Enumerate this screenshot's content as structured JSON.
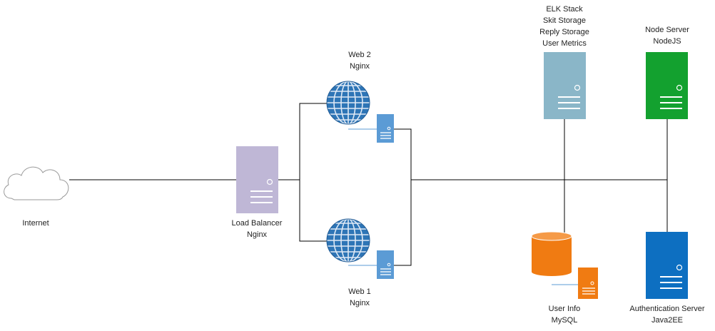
{
  "nodes": {
    "internet": {
      "label": "Internet",
      "icon": "cloud-icon"
    },
    "load_balancer": {
      "line1": "Load Balancer",
      "line2": "Nginx",
      "icon": "server-icon",
      "color": "#bfb7d6"
    },
    "web2": {
      "line1": "Web 2",
      "line2": "Nginx",
      "icon": "globe-icon",
      "color": "#2e75b6"
    },
    "web1": {
      "line1": "Web 1",
      "line2": "Nginx",
      "icon": "globe-icon",
      "color": "#2e75b6"
    },
    "elk": {
      "line1": "ELK Stack",
      "line2": "Skit Storage",
      "line3": "Reply Storage",
      "line4": "User Metrics",
      "icon": "server-icon",
      "color": "#8ab6c8"
    },
    "node_server": {
      "line1": "Node Server",
      "line2": "NodeJS",
      "icon": "server-icon",
      "color": "#13a12f"
    },
    "user_info": {
      "line1": "User Info",
      "line2": "MySQL",
      "icon": "database-icon",
      "color": "#f07b12"
    },
    "auth_server": {
      "line1": "Authentication Server",
      "line2": "Java2EE",
      "icon": "server-icon",
      "color": "#0d6fc1"
    }
  },
  "colors": {
    "line": "#000000",
    "small_server": "#5b9bd5",
    "small_server_db": "#f07b12"
  }
}
